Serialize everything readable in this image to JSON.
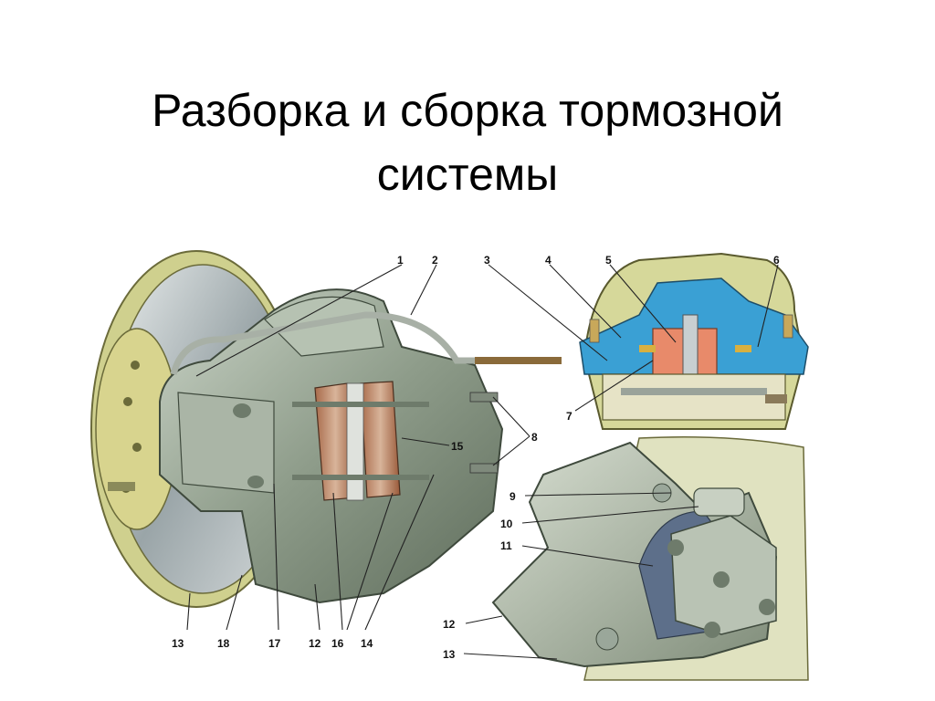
{
  "slide": {
    "title_line1": "Разборка и сборка тормозной",
    "title_line2": "системы"
  },
  "callouts": {
    "c1": "1",
    "c2": "2",
    "c3": "3",
    "c4": "4",
    "c5": "5",
    "c6": "6",
    "c7": "7",
    "c8": "8",
    "c9": "9",
    "c10": "10",
    "c11": "11",
    "c12a": "12",
    "c13a": "13",
    "c15": "15",
    "c13": "13",
    "c18": "18",
    "c17": "17",
    "c12": "12",
    "c16": "16",
    "c14": "14"
  }
}
